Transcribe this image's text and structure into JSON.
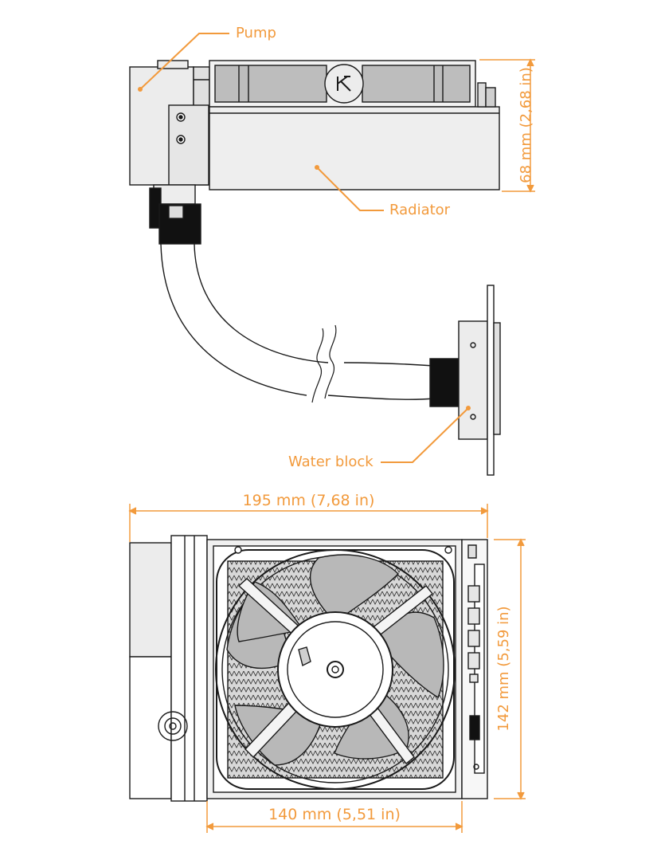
{
  "callouts": {
    "pump": "Pump",
    "radiator": "Radiator",
    "water_block": "Water block"
  },
  "dimensions": {
    "side_height": "68 mm (2,68 in)",
    "total_width": "195 mm (7,68 in)",
    "front_height": "142 mm (5,59 in)",
    "radiator_width": "140 mm (5,51 in)"
  },
  "colors": {
    "accent": "#f29a3c",
    "line": "#1a1a1a",
    "fill_light": "#ececec",
    "fill_mid": "#bdbdbd",
    "fill_dark": "#111111"
  },
  "icons": {
    "logo": "ek-logo-icon"
  }
}
